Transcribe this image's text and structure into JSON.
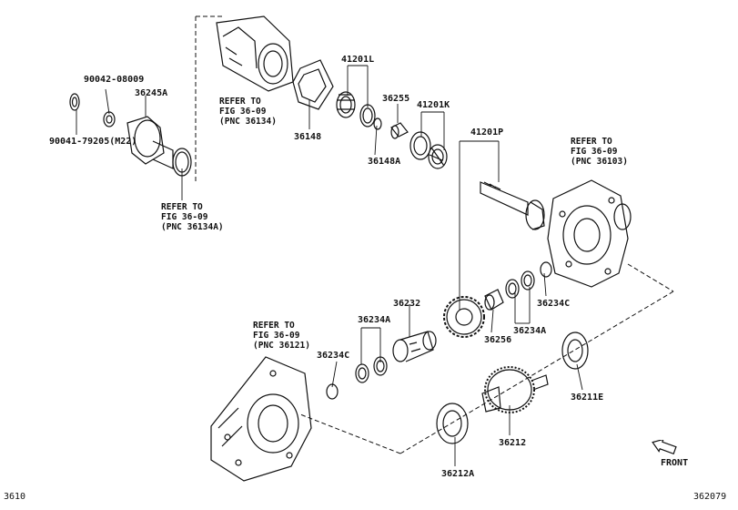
{
  "labels": {
    "p90042": "90042-08009",
    "p36245A": "36245A",
    "p90041": "90041-79205(M22)",
    "p41201L": "41201L",
    "p36255": "36255",
    "p41201K": "41201K",
    "p41201P": "41201P",
    "p36148": "36148",
    "p36148A": "36148A",
    "p36232": "36232",
    "p36234A_left": "36234A",
    "p36234C_left": "36234C",
    "p36256": "36256",
    "p36234A_right": "36234A",
    "p36234C_right": "36234C",
    "p36211E": "36211E",
    "p36212": "36212",
    "p36212A": "36212A"
  },
  "refs": {
    "r36134": [
      "REFER TO",
      "FIG 36-09",
      "(PNC 36134)"
    ],
    "r36134A": [
      "REFER TO",
      "FIG 36-09",
      "(PNC 36134A)"
    ],
    "r36103": [
      "REFER TO",
      "FIG 36-09",
      "(PNC 36103)"
    ],
    "r36121": [
      "REFER TO",
      "FIG 36-09",
      "(PNC 36121)"
    ]
  },
  "footer": {
    "left_code": "3610",
    "right_code": "362079",
    "front": "FRONT"
  },
  "icons": {
    "front_arrow": "front-arrow-icon"
  }
}
